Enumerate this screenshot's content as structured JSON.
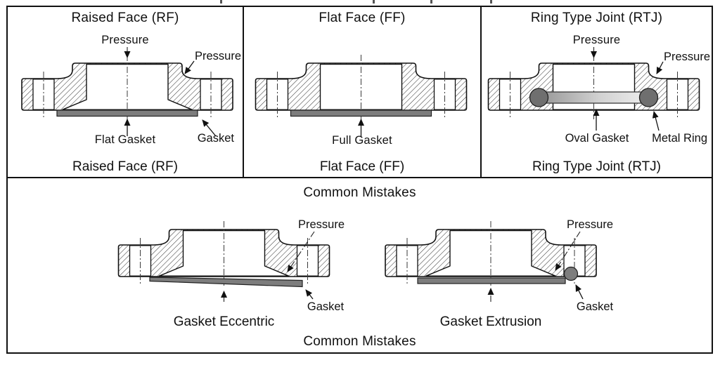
{
  "colors": {
    "gasket": "#7d7d7d",
    "ring_end": "#6f6f6f",
    "line": "#111111"
  },
  "panels": {
    "rf": {
      "title": "Raised Face (RF)",
      "caption": "Raised Face (RF)",
      "labels": {
        "pressure_top": "Pressure",
        "pressure_right": "Pressure",
        "gasket_center": "Flat Gasket",
        "gasket_right": "Gasket"
      }
    },
    "ff": {
      "title": "Flat Face (FF)",
      "caption": "Flat Face (FF)",
      "labels": {
        "gasket_center": "Full Gasket"
      }
    },
    "rtj": {
      "title": "Ring Type Joint (RTJ)",
      "caption": "Ring Type Joint (RTJ)",
      "labels": {
        "pressure_top": "Pressure",
        "pressure_right": "Pressure",
        "gasket_center": "Oval Gasket",
        "ring_right": "Metal Ring"
      }
    }
  },
  "mistakes": {
    "title_top": "Common Mistakes",
    "title_bottom": "Common Mistakes",
    "eccentric": {
      "caption": "Gasket Eccentric",
      "labels": {
        "pressure": "Pressure",
        "gasket": "Gasket"
      }
    },
    "extrusion": {
      "caption": "Gasket Extrusion",
      "labels": {
        "pressure": "Pressure",
        "gasket": "Gasket"
      }
    }
  }
}
